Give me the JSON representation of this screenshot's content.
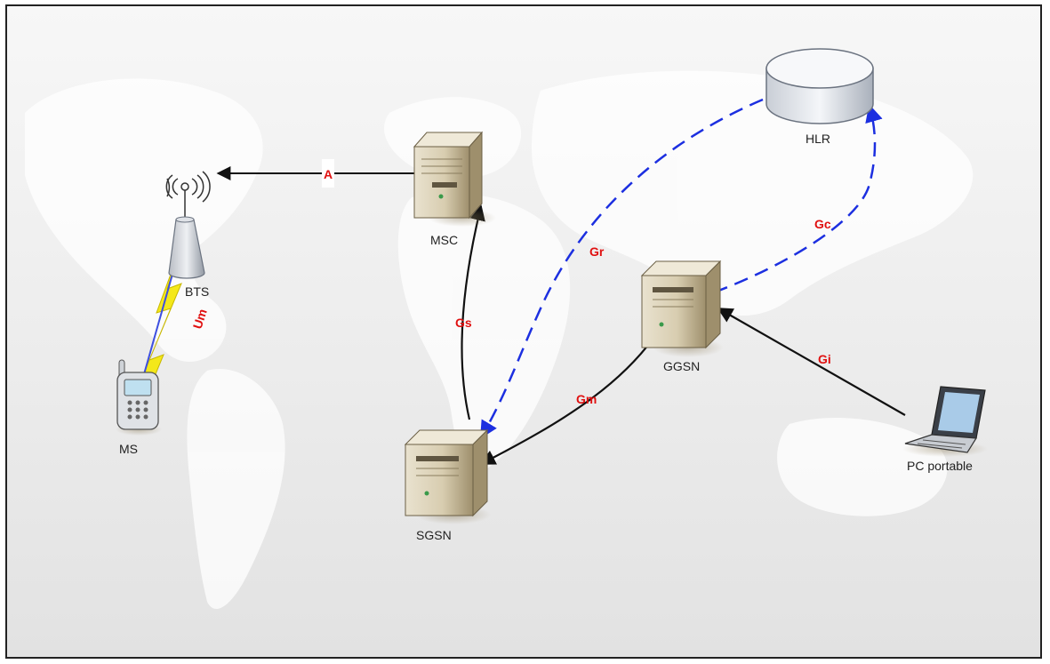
{
  "nodes": {
    "hlr": {
      "label": "HLR"
    },
    "msc": {
      "label": "MSC"
    },
    "bts": {
      "label": "BTS"
    },
    "ms": {
      "label": "MS"
    },
    "sgsn": {
      "label": "SGSN"
    },
    "ggsn": {
      "label": "GGSN"
    },
    "pc": {
      "label": "PC portable"
    }
  },
  "interfaces": {
    "a": {
      "label": "A"
    },
    "um": {
      "label": "Um"
    },
    "gs": {
      "label": "Gs"
    },
    "gr": {
      "label": "Gr"
    },
    "gc": {
      "label": "Gc"
    },
    "gm": {
      "label": "Gm"
    },
    "gi": {
      "label": "Gi"
    }
  },
  "colors": {
    "solid_link": "#111111",
    "dashed_link": "#1c2fe0",
    "interface_label": "#e01010",
    "lightning": "#f4e81a"
  }
}
